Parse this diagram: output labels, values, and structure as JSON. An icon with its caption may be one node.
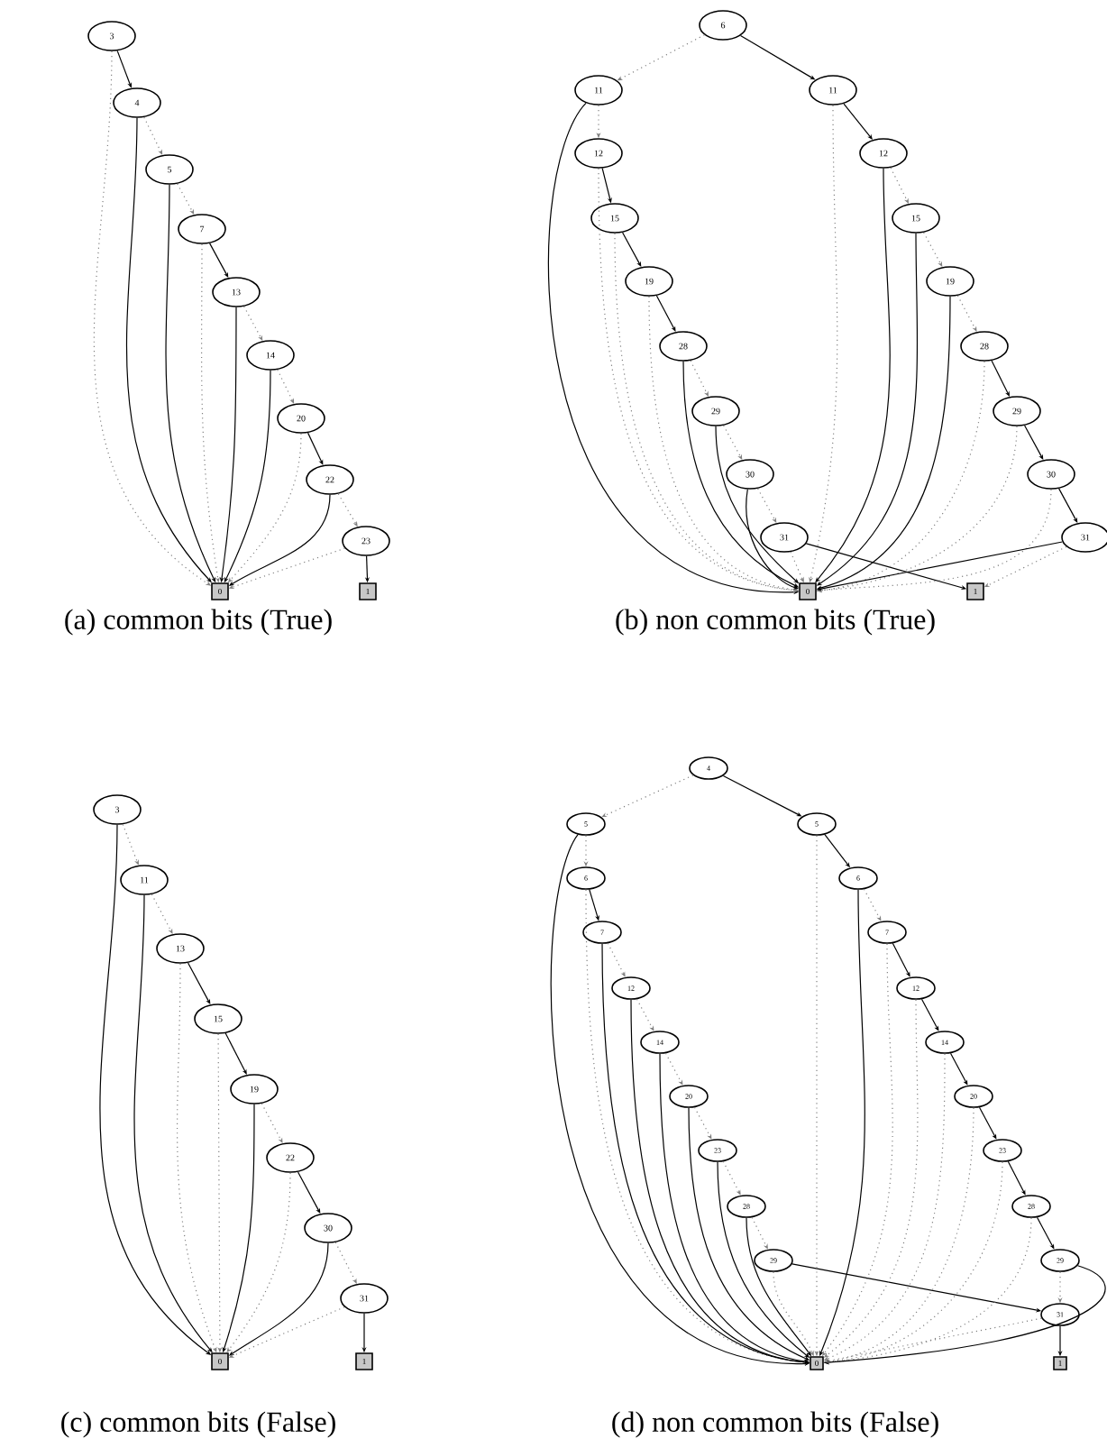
{
  "diagram": {
    "nodes": [
      {
        "text": [
          "3"
        ]
      },
      {
        "text": [
          "4"
        ]
      },
      {
        "text": [
          "5"
        ]
      },
      {
        "text": [
          "7"
        ]
      },
      {
        "text": [
          "13"
        ]
      },
      {
        "text": [
          "14"
        ]
      },
      {
        "text": [
          "20"
        ]
      },
      {
        "text": [
          "22"
        ]
      },
      {
        "text": [
          "23"
        ]
      },
      {
        "text": [
          "0"
        ]
      },
      {
        "text": [
          "1"
        ]
      },
      {
        "text": [
          "6"
        ]
      },
      {
        "text": [
          "11"
        ]
      },
      {
        "text": [
          "11"
        ]
      },
      {
        "text": [
          "12"
        ]
      },
      {
        "text": [
          "15"
        ]
      },
      {
        "text": [
          "19"
        ]
      },
      {
        "text": [
          "28"
        ]
      },
      {
        "text": [
          "29"
        ]
      },
      {
        "text": [
          "30"
        ]
      },
      {
        "text": [
          "31"
        ]
      },
      {
        "text": [
          "12"
        ]
      },
      {
        "text": [
          "15"
        ]
      },
      {
        "text": [
          "19"
        ]
      },
      {
        "text": [
          "28"
        ]
      },
      {
        "text": [
          "29"
        ]
      },
      {
        "text": [
          "30"
        ]
      },
      {
        "text": [
          "31"
        ]
      },
      {
        "text": [
          "0"
        ]
      },
      {
        "text": [
          "1"
        ]
      },
      {
        "text": [
          "3"
        ]
      },
      {
        "text": [
          "11"
        ]
      },
      {
        "text": [
          "13"
        ]
      },
      {
        "text": [
          "15"
        ]
      },
      {
        "text": [
          "19"
        ]
      },
      {
        "text": [
          "22"
        ]
      },
      {
        "text": [
          "30"
        ]
      },
      {
        "text": [
          "31"
        ]
      },
      {
        "text": [
          "0"
        ]
      },
      {
        "text": [
          "1"
        ]
      },
      {
        "text": [
          "4"
        ]
      },
      {
        "text": [
          "5"
        ]
      },
      {
        "text": [
          "5"
        ]
      },
      {
        "text": [
          "6"
        ]
      },
      {
        "text": [
          "7"
        ]
      },
      {
        "text": [
          "12"
        ]
      },
      {
        "text": [
          "14"
        ]
      },
      {
        "text": [
          "20"
        ]
      },
      {
        "text": [
          "23"
        ]
      },
      {
        "text": [
          "28"
        ]
      },
      {
        "text": [
          "29"
        ]
      },
      {
        "text": [
          "6"
        ]
      },
      {
        "text": [
          "7"
        ]
      },
      {
        "text": [
          "12"
        ]
      },
      {
        "text": [
          "14"
        ]
      },
      {
        "text": [
          "20"
        ]
      },
      {
        "text": [
          "23"
        ]
      },
      {
        "text": [
          "28"
        ]
      },
      {
        "text": [
          "29"
        ]
      },
      {
        "text": [
          "31"
        ]
      },
      {
        "text": [
          "0"
        ]
      },
      {
        "text": [
          "1"
        ]
      }
    ],
    "edges": [
      {
        "from": 0,
        "to": 1,
        "arrow": "to"
      },
      {
        "from": 0,
        "to": 9,
        "arrow": "to",
        "style": "dashed",
        "color": "#808080"
      },
      {
        "from": 1,
        "to": 9,
        "arrow": "to"
      },
      {
        "from": 1,
        "to": 2,
        "arrow": "to",
        "style": "dashed",
        "color": "#808080"
      },
      {
        "from": 2,
        "to": 9,
        "arrow": "to"
      },
      {
        "from": 2,
        "to": 3,
        "arrow": "to",
        "style": "dashed",
        "color": "#808080"
      },
      {
        "from": 3,
        "to": 4,
        "arrow": "to"
      },
      {
        "from": 3,
        "to": 9,
        "arrow": "to",
        "style": "dashed",
        "color": "#808080"
      },
      {
        "from": 4,
        "to": 9,
        "arrow": "to"
      },
      {
        "from": 4,
        "to": 5,
        "arrow": "to",
        "style": "dashed",
        "color": "#808080"
      },
      {
        "from": 5,
        "to": 9,
        "arrow": "to"
      },
      {
        "from": 5,
        "to": 6,
        "arrow": "to",
        "style": "dashed",
        "color": "#808080"
      },
      {
        "from": 6,
        "to": 7,
        "arrow": "to"
      },
      {
        "from": 6,
        "to": 9,
        "arrow": "to",
        "style": "dashed",
        "color": "#808080"
      },
      {
        "from": 7,
        "to": 9,
        "arrow": "to"
      },
      {
        "from": 7,
        "to": 8,
        "arrow": "to",
        "style": "dashed",
        "color": "#808080"
      },
      {
        "from": 8,
        "to": 10,
        "arrow": "to"
      },
      {
        "from": 8,
        "to": 9,
        "arrow": "to",
        "style": "dashed",
        "color": "#808080"
      },
      {
        "from": 11,
        "to": 12,
        "arrow": "to",
        "style": "dashed",
        "color": "#808080"
      },
      {
        "from": 11,
        "to": 13,
        "arrow": "to"
      },
      {
        "from": 12,
        "to": 28,
        "arrow": "to"
      },
      {
        "from": 12,
        "to": 14,
        "arrow": "to",
        "style": "dashed",
        "color": "#808080"
      },
      {
        "from": 14,
        "to": 15,
        "arrow": "to"
      },
      {
        "from": 14,
        "to": 28,
        "arrow": "to",
        "style": "dashed",
        "color": "#808080"
      },
      {
        "from": 15,
        "to": 16,
        "arrow": "to"
      },
      {
        "from": 15,
        "to": 28,
        "arrow": "to",
        "style": "dashed",
        "color": "#808080"
      },
      {
        "from": 16,
        "to": 17,
        "arrow": "to"
      },
      {
        "from": 16,
        "to": 28,
        "arrow": "to",
        "style": "dashed",
        "color": "#808080"
      },
      {
        "from": 17,
        "to": 28,
        "arrow": "to"
      },
      {
        "from": 17,
        "to": 18,
        "arrow": "to",
        "style": "dashed",
        "color": "#808080"
      },
      {
        "from": 18,
        "to": 28,
        "arrow": "to"
      },
      {
        "from": 18,
        "to": 19,
        "arrow": "to",
        "style": "dashed",
        "color": "#808080"
      },
      {
        "from": 19,
        "to": 28,
        "arrow": "to"
      },
      {
        "from": 19,
        "to": 20,
        "arrow": "to",
        "style": "dashed",
        "color": "#808080"
      },
      {
        "from": 20,
        "to": 29,
        "arrow": "to"
      },
      {
        "from": 20,
        "to": 28,
        "arrow": "to",
        "style": "dashed",
        "color": "#808080"
      },
      {
        "from": 13,
        "to": 28,
        "arrow": "to",
        "style": "dashed",
        "color": "#808080"
      },
      {
        "from": 13,
        "to": 21,
        "arrow": "to"
      },
      {
        "from": 21,
        "to": 28,
        "arrow": "to"
      },
      {
        "from": 21,
        "to": 22,
        "arrow": "to",
        "style": "dashed",
        "color": "#808080"
      },
      {
        "from": 22,
        "to": 28,
        "arrow": "to"
      },
      {
        "from": 22,
        "to": 23,
        "arrow": "to",
        "style": "dashed",
        "color": "#808080"
      },
      {
        "from": 23,
        "to": 28,
        "arrow": "to"
      },
      {
        "from": 23,
        "to": 24,
        "arrow": "to",
        "style": "dashed",
        "color": "#808080"
      },
      {
        "from": 24,
        "to": 28,
        "arrow": "to",
        "style": "dashed",
        "color": "#808080"
      },
      {
        "from": 24,
        "to": 25,
        "arrow": "to"
      },
      {
        "from": 25,
        "to": 28,
        "arrow": "to",
        "style": "dashed",
        "color": "#808080"
      },
      {
        "from": 25,
        "to": 26,
        "arrow": "to"
      },
      {
        "from": 26,
        "to": 28,
        "arrow": "to",
        "style": "dashed",
        "color": "#808080"
      },
      {
        "from": 26,
        "to": 27,
        "arrow": "to"
      },
      {
        "from": 27,
        "to": 28,
        "arrow": "to"
      },
      {
        "from": 27,
        "to": 29,
        "arrow": "to",
        "style": "dashed",
        "color": "#808080"
      },
      {
        "from": 30,
        "to": 38,
        "arrow": "to"
      },
      {
        "from": 30,
        "to": 31,
        "arrow": "to",
        "style": "dashed",
        "color": "#808080"
      },
      {
        "from": 31,
        "to": 38,
        "arrow": "to"
      },
      {
        "from": 31,
        "to": 32,
        "arrow": "to",
        "style": "dashed",
        "color": "#808080"
      },
      {
        "from": 32,
        "to": 33,
        "arrow": "to"
      },
      {
        "from": 32,
        "to": 38,
        "arrow": "to",
        "style": "dashed",
        "color": "#808080"
      },
      {
        "from": 33,
        "to": 34,
        "arrow": "to"
      },
      {
        "from": 33,
        "to": 38,
        "arrow": "to",
        "style": "dashed",
        "color": "#808080"
      },
      {
        "from": 34,
        "to": 38,
        "arrow": "to"
      },
      {
        "from": 34,
        "to": 35,
        "arrow": "to",
        "style": "dashed",
        "color": "#808080"
      },
      {
        "from": 35,
        "to": 36,
        "arrow": "to"
      },
      {
        "from": 35,
        "to": 38,
        "arrow": "to",
        "style": "dashed",
        "color": "#808080"
      },
      {
        "from": 36,
        "to": 38,
        "arrow": "to"
      },
      {
        "from": 36,
        "to": 37,
        "arrow": "to",
        "style": "dashed",
        "color": "#808080"
      },
      {
        "from": 37,
        "to": 39,
        "arrow": "to"
      },
      {
        "from": 37,
        "to": 38,
        "arrow": "to",
        "style": "dashed",
        "color": "#808080"
      },
      {
        "from": 40,
        "to": 41,
        "arrow": "to",
        "style": "dashed",
        "color": "#808080"
      },
      {
        "from": 40,
        "to": 42,
        "arrow": "to"
      },
      {
        "from": 41,
        "to": 60,
        "arrow": "to"
      },
      {
        "from": 41,
        "to": 43,
        "arrow": "to",
        "style": "dashed",
        "color": "#808080"
      },
      {
        "from": 43,
        "to": 44,
        "arrow": "to"
      },
      {
        "from": 43,
        "to": 60,
        "arrow": "to",
        "style": "dashed",
        "color": "#808080"
      },
      {
        "from": 44,
        "to": 60,
        "arrow": "to"
      },
      {
        "from": 44,
        "to": 45,
        "arrow": "to",
        "style": "dashed",
        "color": "#808080"
      },
      {
        "from": 45,
        "to": 60,
        "arrow": "to"
      },
      {
        "from": 45,
        "to": 46,
        "arrow": "to",
        "style": "dashed",
        "color": "#808080"
      },
      {
        "from": 46,
        "to": 60,
        "arrow": "to"
      },
      {
        "from": 46,
        "to": 47,
        "arrow": "to",
        "style": "dashed",
        "color": "#808080"
      },
      {
        "from": 47,
        "to": 60,
        "arrow": "to"
      },
      {
        "from": 47,
        "to": 48,
        "arrow": "to",
        "style": "dashed",
        "color": "#808080"
      },
      {
        "from": 48,
        "to": 60,
        "arrow": "to"
      },
      {
        "from": 48,
        "to": 49,
        "arrow": "to",
        "style": "dashed",
        "color": "#808080"
      },
      {
        "from": 49,
        "to": 60,
        "arrow": "to"
      },
      {
        "from": 49,
        "to": 50,
        "arrow": "to",
        "style": "dashed",
        "color": "#808080"
      },
      {
        "from": 50,
        "to": 59,
        "arrow": "to"
      },
      {
        "from": 50,
        "to": 60,
        "arrow": "to",
        "style": "dashed",
        "color": "#808080"
      },
      {
        "from": 42,
        "to": 60,
        "arrow": "to",
        "style": "dashed",
        "color": "#808080"
      },
      {
        "from": 42,
        "to": 51,
        "arrow": "to"
      },
      {
        "from": 51,
        "to": 60,
        "arrow": "to"
      },
      {
        "from": 51,
        "to": 52,
        "arrow": "to",
        "style": "dashed",
        "color": "#808080"
      },
      {
        "from": 52,
        "to": 60,
        "arrow": "to",
        "style": "dashed",
        "color": "#808080"
      },
      {
        "from": 52,
        "to": 53,
        "arrow": "to"
      },
      {
        "from": 53,
        "to": 60,
        "arrow": "to",
        "style": "dashed",
        "color": "#808080"
      },
      {
        "from": 53,
        "to": 54,
        "arrow": "to"
      },
      {
        "from": 54,
        "to": 60,
        "arrow": "to",
        "style": "dashed",
        "color": "#808080"
      },
      {
        "from": 54,
        "to": 55,
        "arrow": "to"
      },
      {
        "from": 55,
        "to": 60,
        "arrow": "to",
        "style": "dashed",
        "color": "#808080"
      },
      {
        "from": 55,
        "to": 56,
        "arrow": "to"
      },
      {
        "from": 56,
        "to": 60,
        "arrow": "to",
        "style": "dashed",
        "color": "#808080"
      },
      {
        "from": 56,
        "to": 57,
        "arrow": "to"
      },
      {
        "from": 57,
        "to": 60,
        "arrow": "to",
        "style": "dashed",
        "color": "#808080"
      },
      {
        "from": 57,
        "to": 58,
        "arrow": "to"
      },
      {
        "from": 58,
        "to": 60,
        "arrow": "to"
      },
      {
        "from": 58,
        "to": 59,
        "arrow": "to",
        "style": "dashed",
        "color": "#808080"
      },
      {
        "from": 59,
        "to": 61,
        "arrow": "to"
      },
      {
        "from": 59,
        "to": 60,
        "arrow": "to",
        "style": "dashed",
        "color": "#808080"
      }
    ],
    "labels": [
      "(a) common bits (True)",
      "(b) non common bits (True)",
      "(c) common bits (False)",
      "(d) non common bits (False)"
    ]
  }
}
